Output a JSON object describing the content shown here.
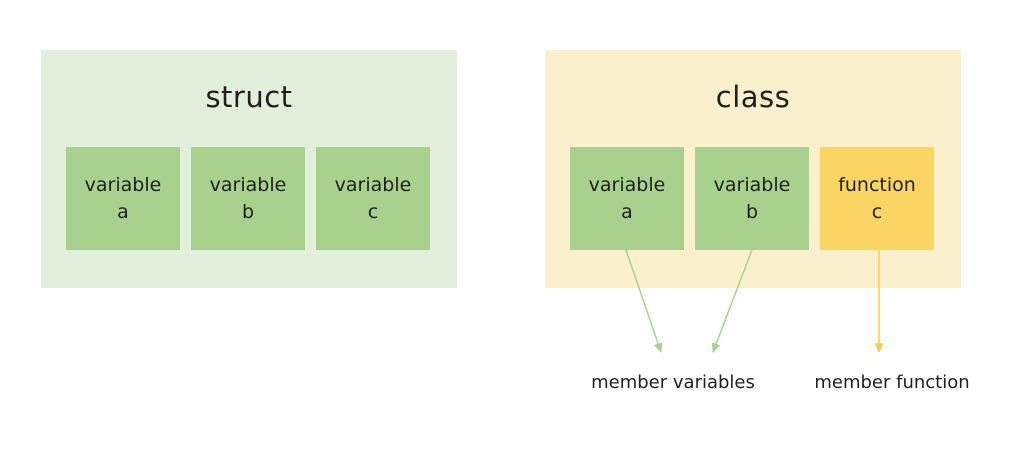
{
  "colors": {
    "background": "#ffffff",
    "text": "#1f1f1f",
    "panel_green": "#e2efda",
    "panel_yellow": "#fbf0cc",
    "box_green": "#a9d18e",
    "box_yellow": "#fad564",
    "arrow_green": "#a9d18e",
    "arrow_yellow": "#fbcb4c"
  },
  "struct_panel": {
    "title": "struct",
    "boxes": [
      {
        "label": "variable\na"
      },
      {
        "label": "variable\nb"
      },
      {
        "label": "variable\nc"
      }
    ]
  },
  "class_panel": {
    "title": "class",
    "boxes": [
      {
        "label": "variable\na"
      },
      {
        "label": "variable\nb"
      },
      {
        "label": "function\nc"
      }
    ]
  },
  "annotations": {
    "member_variables_label": "member variables",
    "member_function_label": "member function"
  }
}
